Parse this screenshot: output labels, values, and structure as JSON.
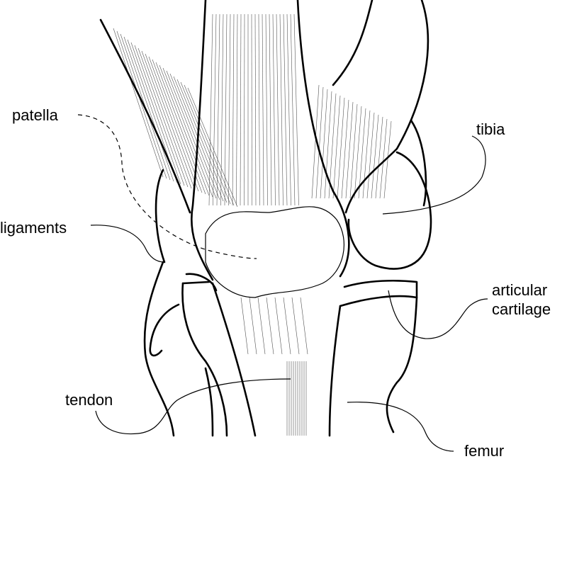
{
  "labels": {
    "patella": "patella",
    "tibia": "tibia",
    "ligaments": "ligaments",
    "articular_cartilage_line1": "articular",
    "articular_cartilage_line2": "cartilage",
    "tendon": "tendon",
    "femur": "femur"
  }
}
